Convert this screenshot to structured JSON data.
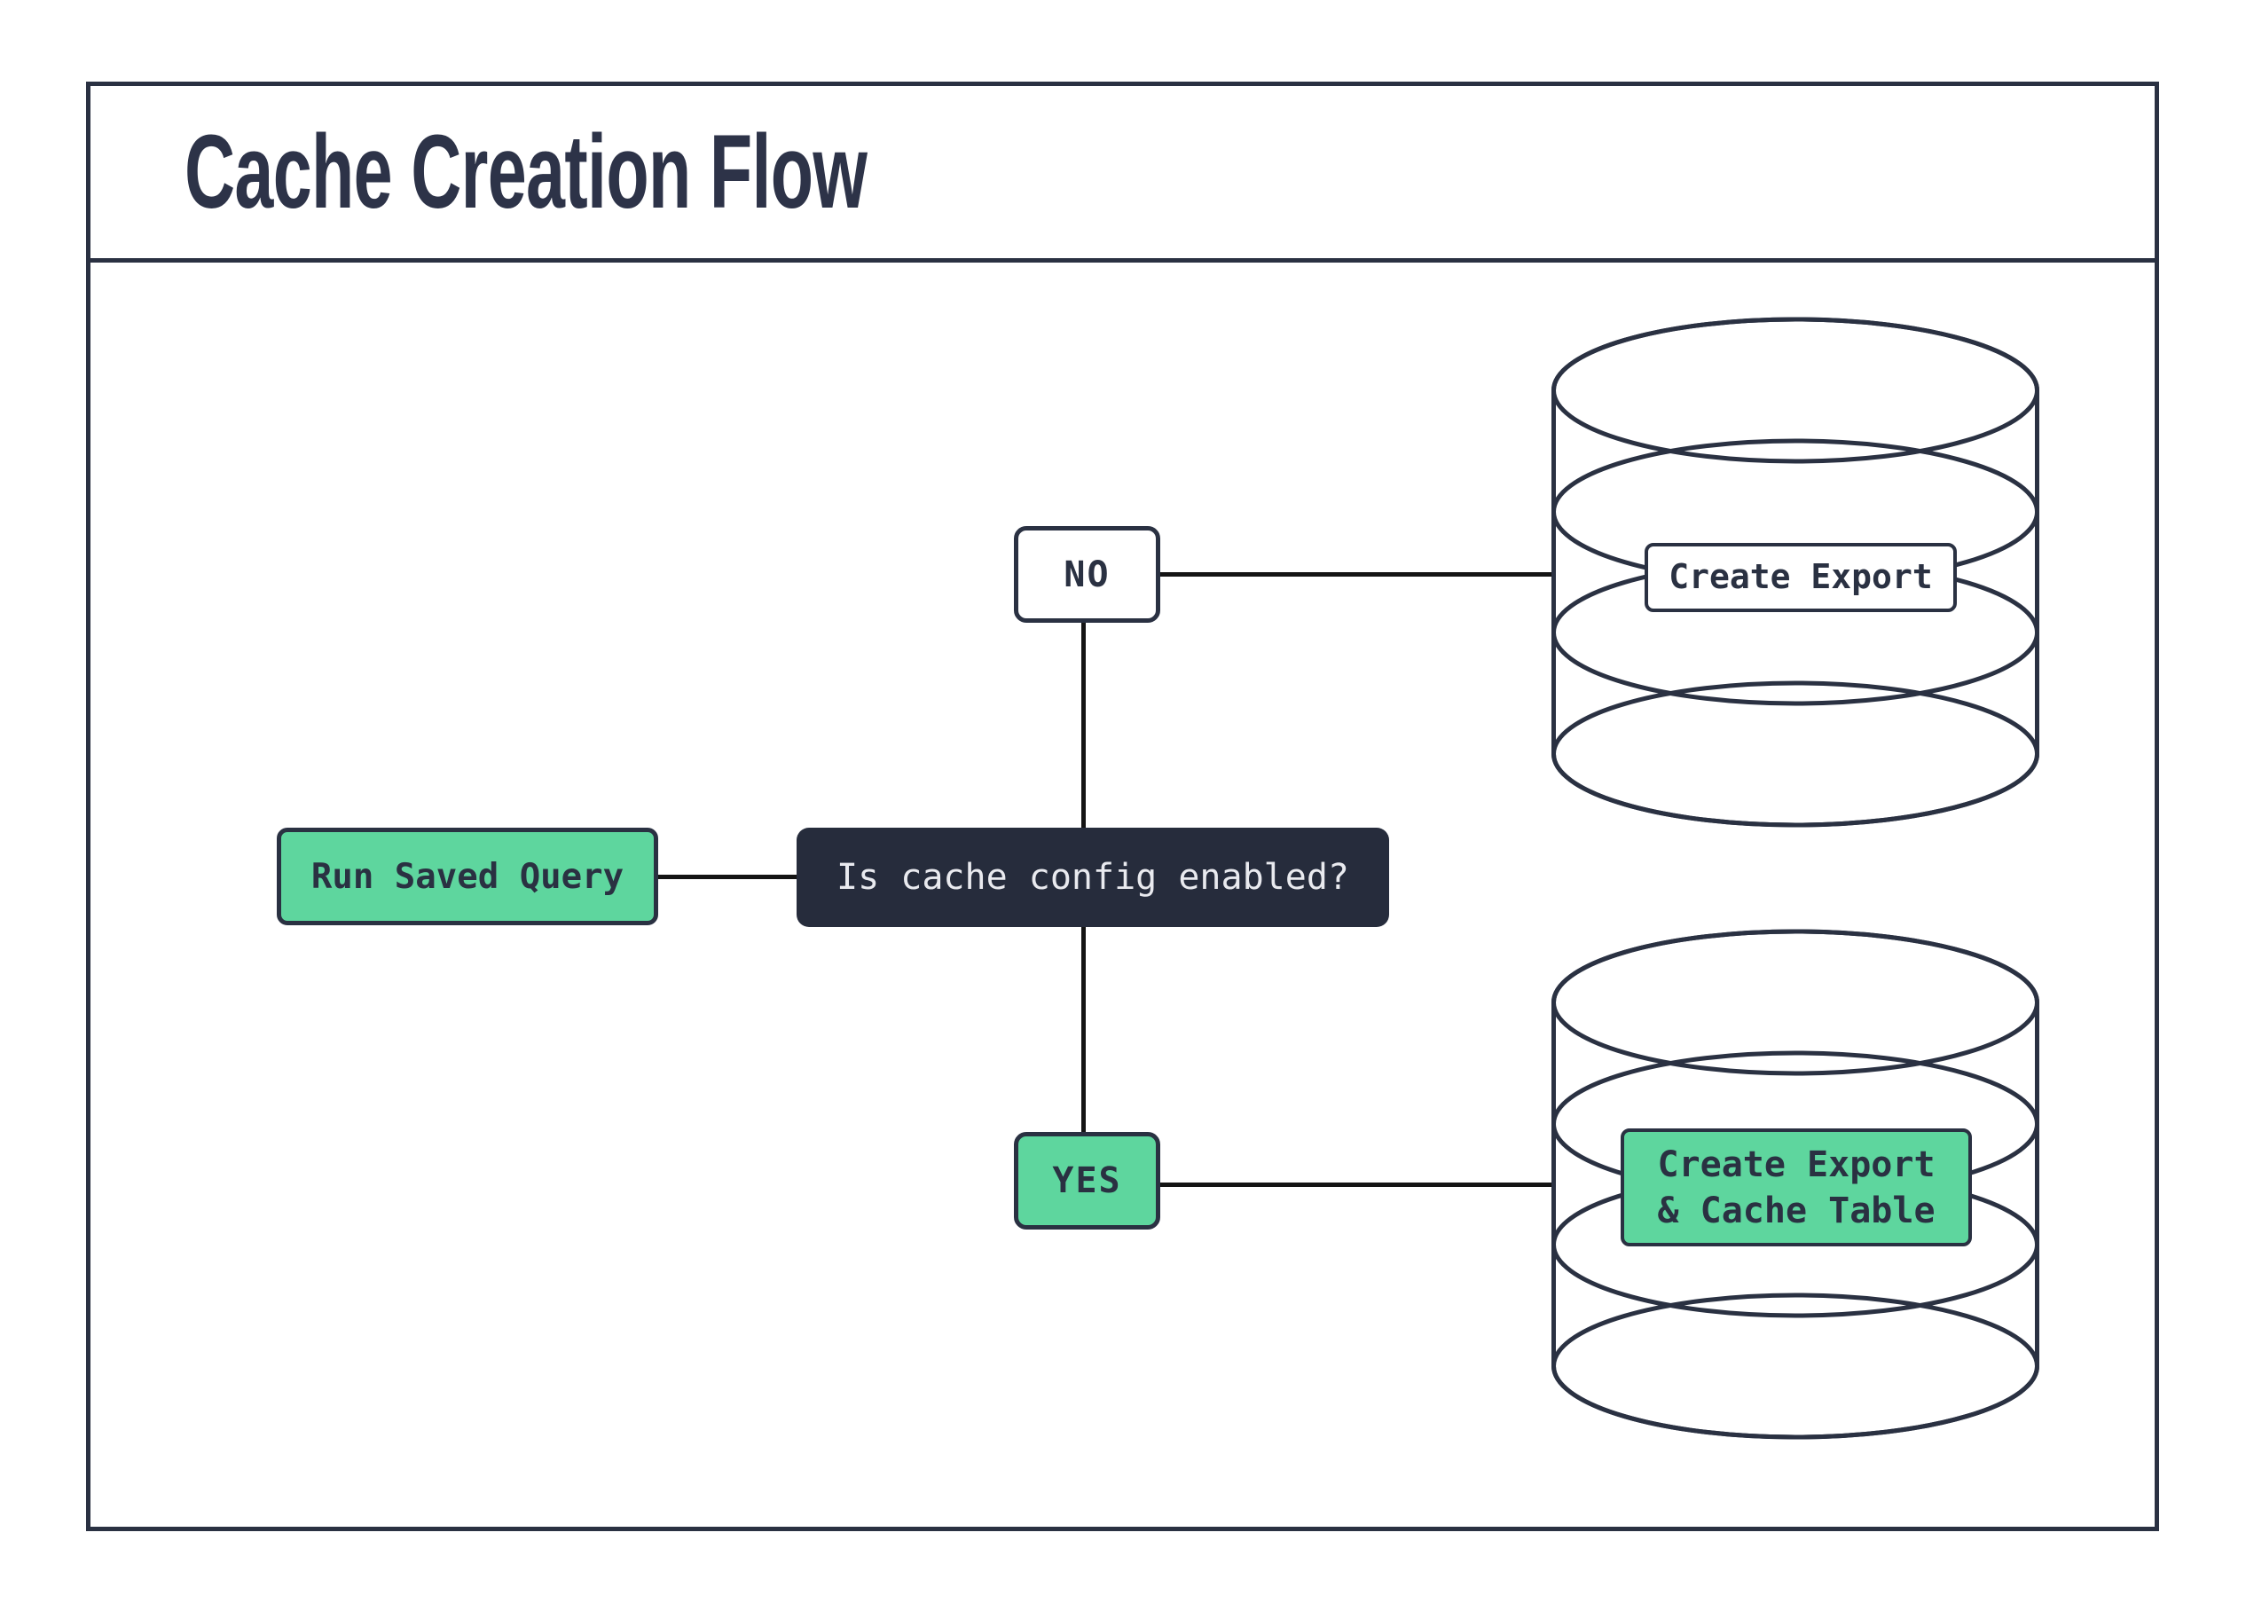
{
  "page": {
    "title": "Cache Creation Flow"
  },
  "flow": {
    "start": {
      "label": "Run Saved Query"
    },
    "decision": {
      "label": "Is cache config enabled?"
    },
    "branch_no": {
      "label": "NO",
      "action": {
        "label": "Create Export"
      }
    },
    "branch_yes": {
      "label": "YES",
      "action": {
        "label_line1": "Create Export",
        "label_line2": "& Cache Table"
      }
    }
  },
  "icons": {
    "no_target": "database-icon",
    "yes_target": "database-icon"
  },
  "colors": {
    "ink": "#2a3142",
    "ink_title": "#2d3348",
    "green": "#5ed69e",
    "decision_bg": "#262c3c",
    "decision_text": "#e9eaef",
    "connector": "#141414",
    "bg": "#ffffff"
  }
}
